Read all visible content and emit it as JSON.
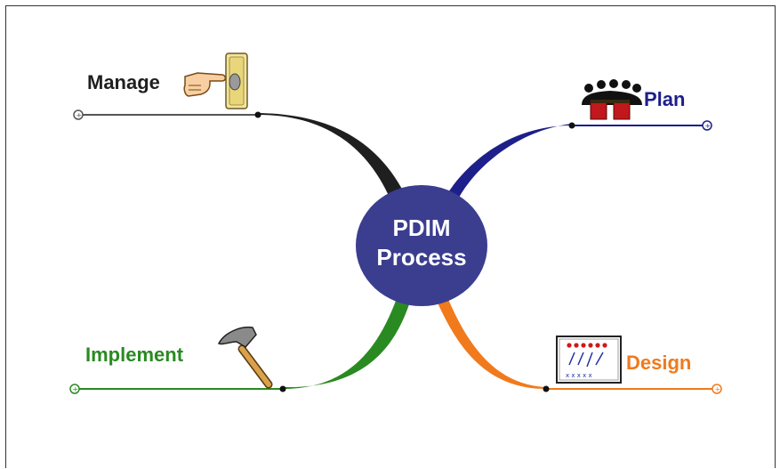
{
  "center": {
    "line1": "PDIM",
    "line2": "Process",
    "color": "#3b3d8f"
  },
  "branches": {
    "manage": {
      "label": "Manage",
      "color": "#1f1f1f",
      "icon": "hand-pressing-button-icon"
    },
    "plan": {
      "label": "Plan",
      "color": "#1d1f8a",
      "icon": "team-meeting-icon"
    },
    "implement": {
      "label": "Implement",
      "color": "#2a8a22",
      "icon": "hammer-icon"
    },
    "design": {
      "label": "Design",
      "color": "#f07a1c",
      "icon": "design-chart-icon"
    }
  }
}
